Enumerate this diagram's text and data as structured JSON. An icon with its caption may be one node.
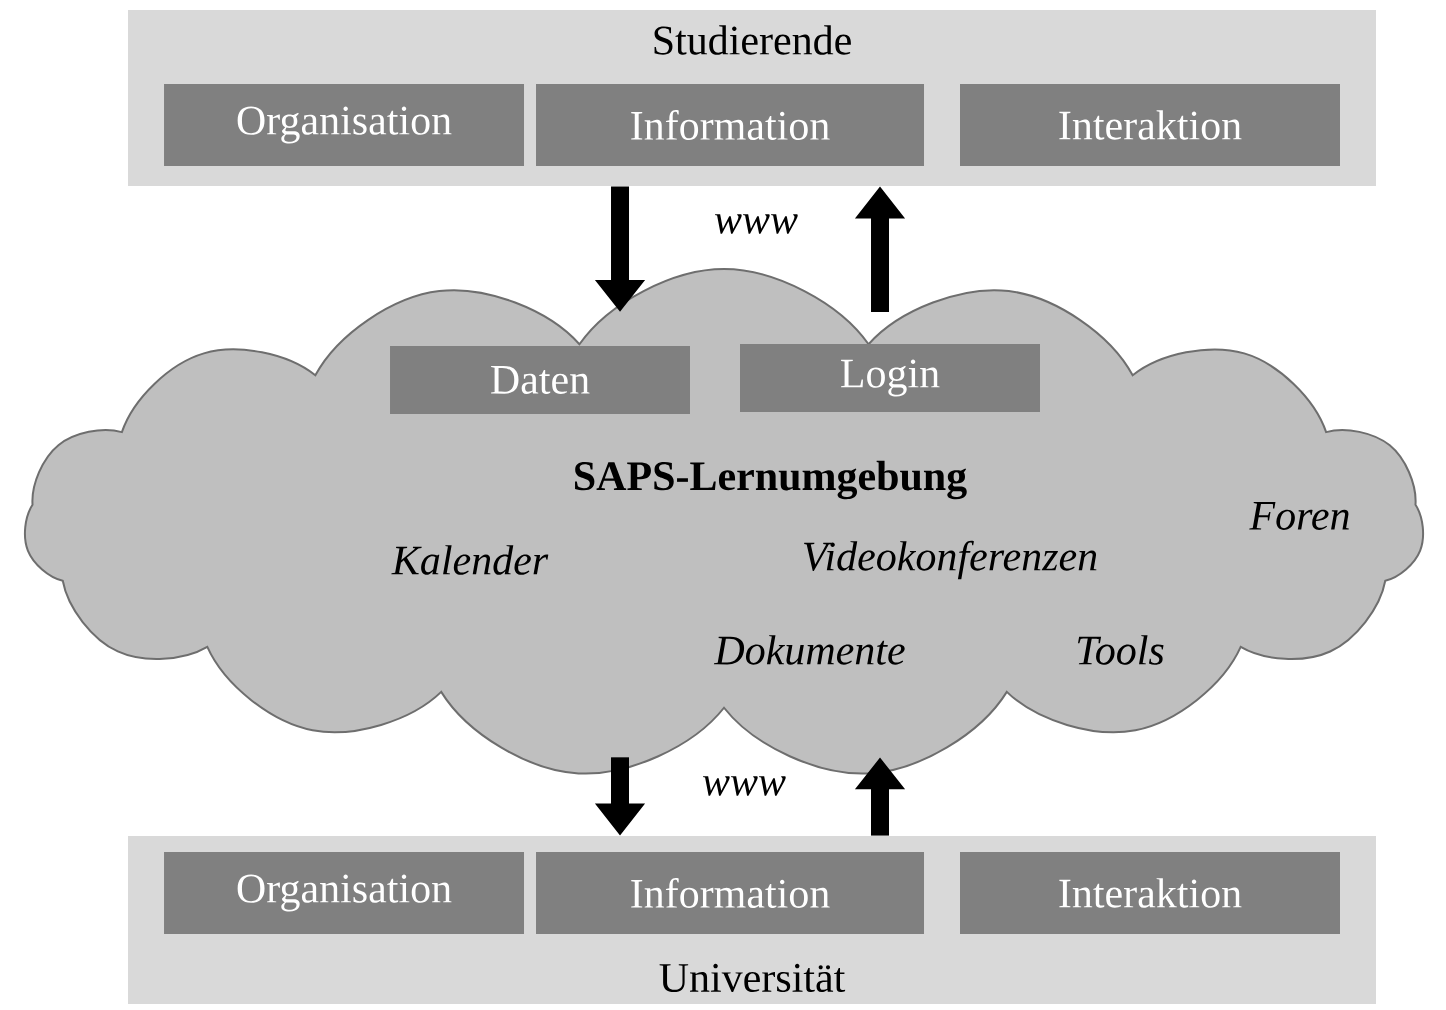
{
  "diagram": {
    "nodes": [
      {
        "text": [
          "Studierende"
        ]
      },
      {
        "text": [
          "Organisation"
        ],
        "in": 0
      },
      {
        "text": [
          "Information"
        ],
        "in": 0
      },
      {
        "text": [
          "Interaktion"
        ],
        "in": 0
      },
      {
        "text": [
          "SAPS-Lernumgebung",
          "Foren",
          "Kalender",
          "Videokonferenzen",
          "Dokumente",
          "Tools"
        ]
      },
      {
        "text": [
          "Daten"
        ],
        "in": 4
      },
      {
        "text": [
          "Login"
        ],
        "in": 4
      },
      {
        "text": [
          "Universität"
        ]
      },
      {
        "text": [
          "Organisation"
        ],
        "in": 7
      },
      {
        "text": [
          "Information"
        ],
        "in": 7
      },
      {
        "text": [
          "Interaktion"
        ],
        "in": 7
      }
    ],
    "edges": [
      {
        "from": 0,
        "to": 4,
        "arrow": "to"
      },
      {
        "from": 4,
        "to": 0,
        "arrow": "to"
      },
      {
        "from": 4,
        "to": 7,
        "arrow": "to"
      },
      {
        "from": 7,
        "to": 4,
        "arrow": "to"
      }
    ],
    "labels": [
      "www",
      "www"
    ]
  }
}
